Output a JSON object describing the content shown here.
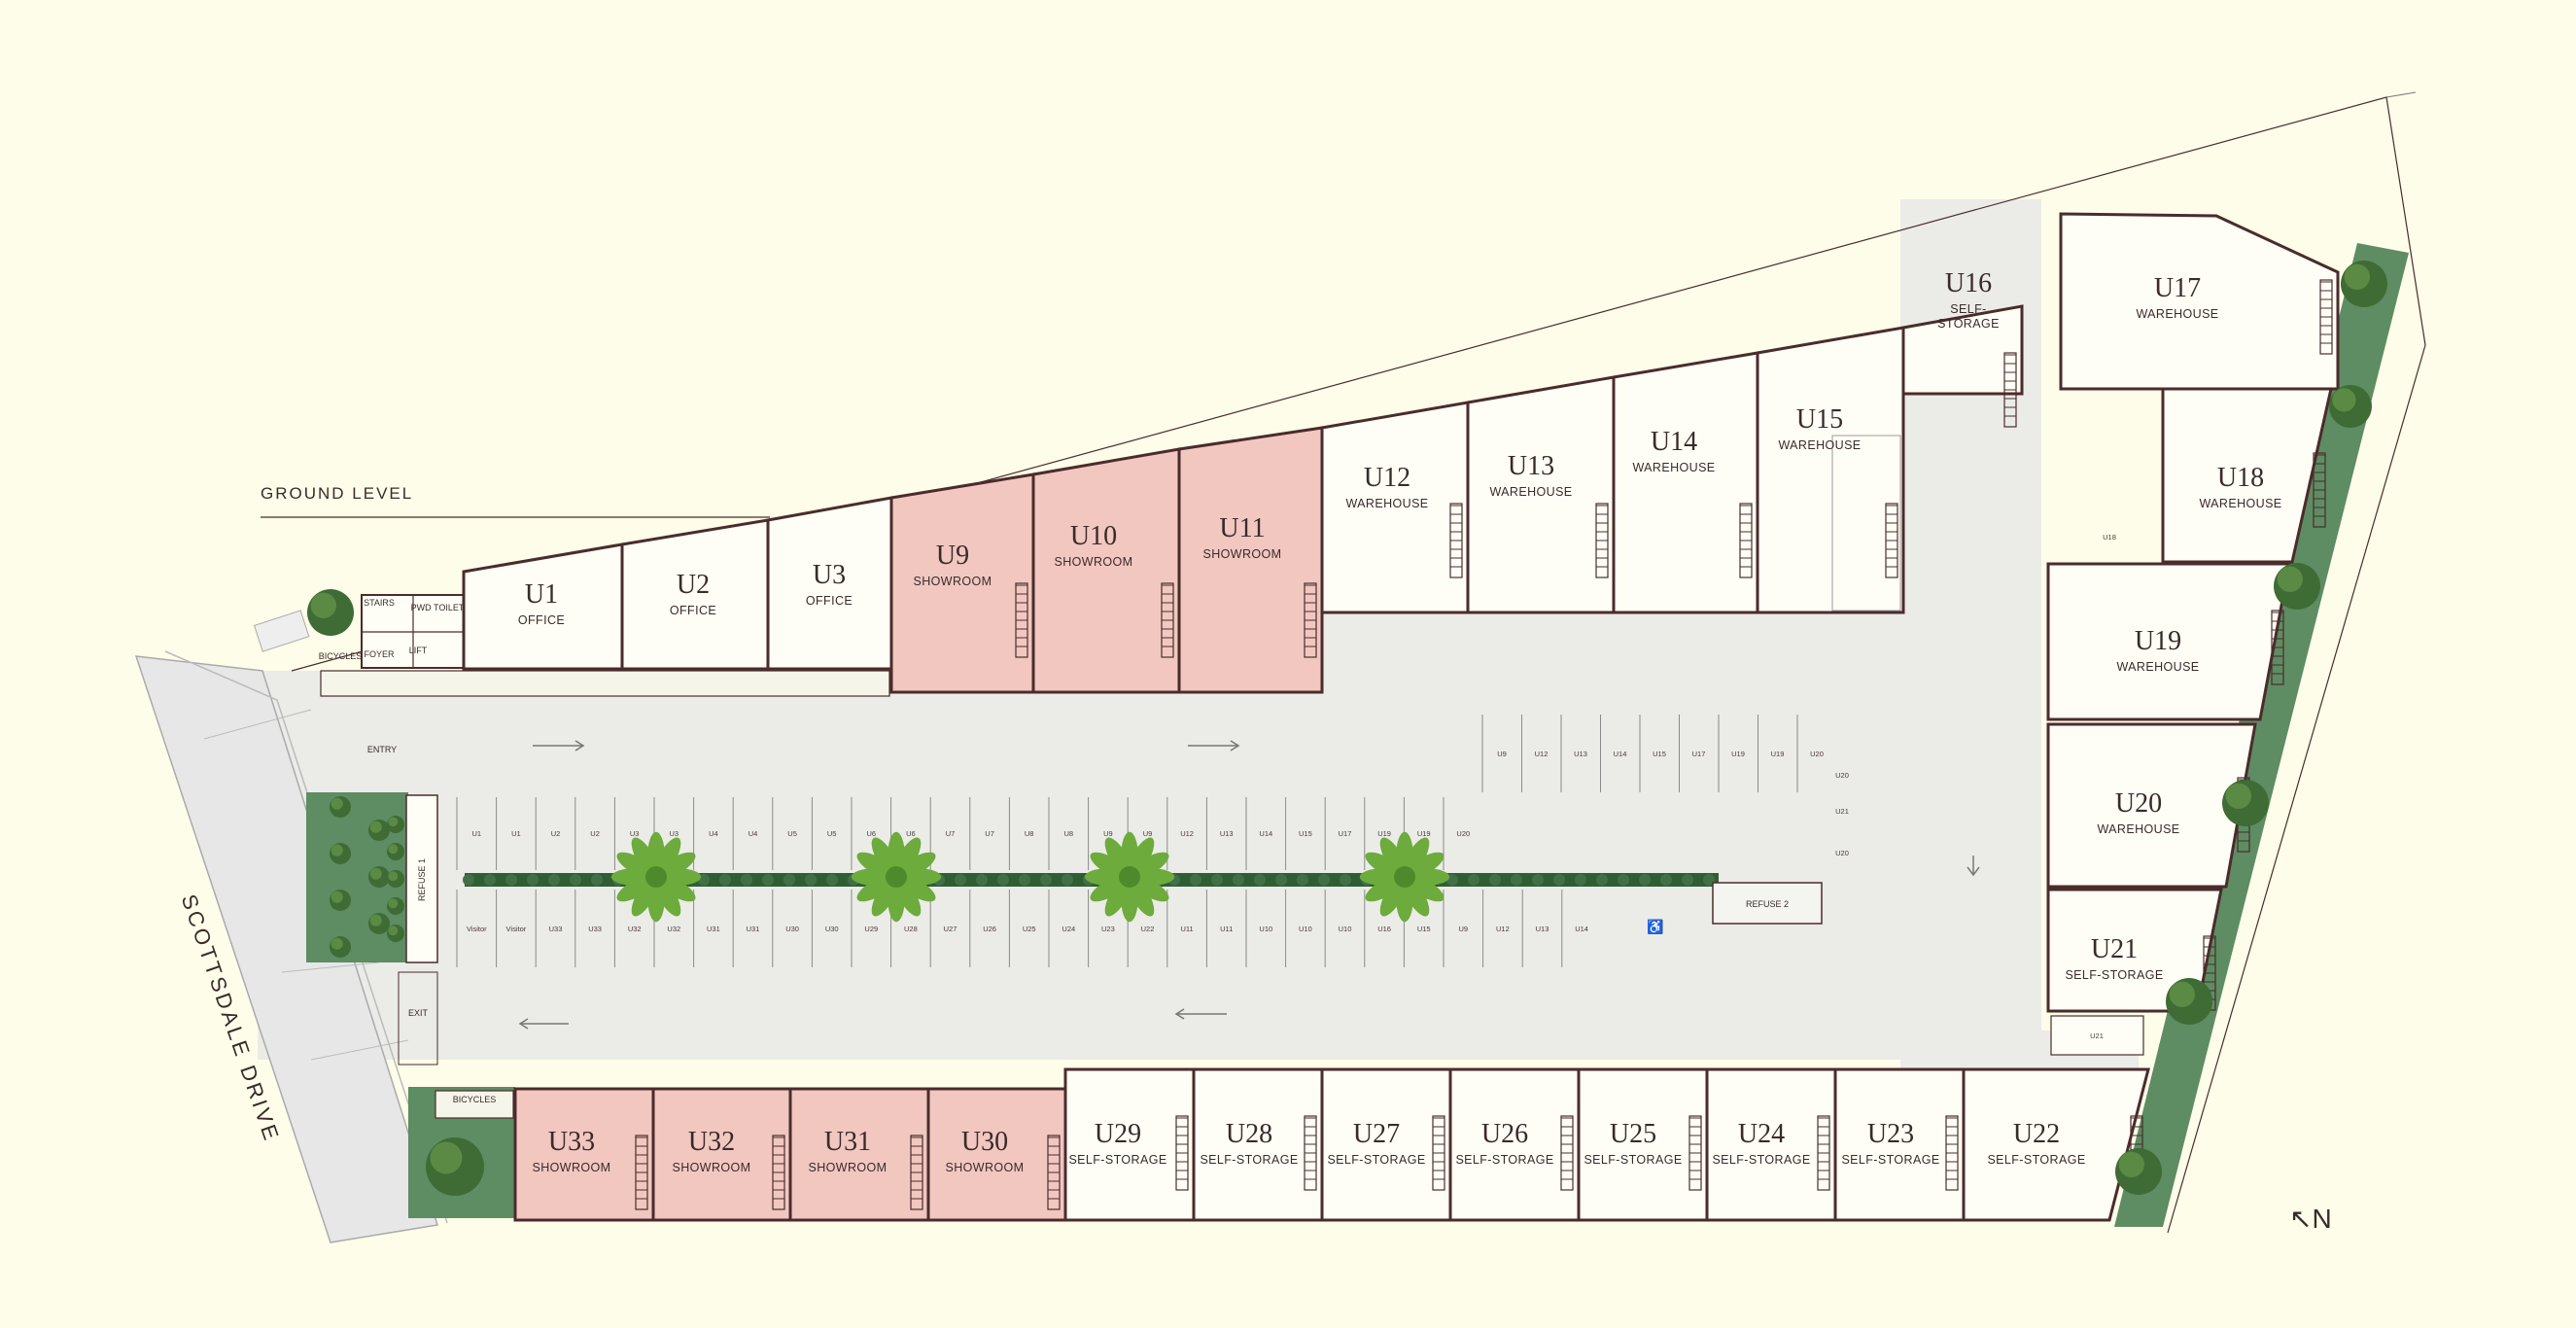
{
  "title": "GROUND LEVEL",
  "street": "SCOTTSDALE DRIVE",
  "north": "↖N",
  "colors": {
    "background": "#fefde9",
    "showroom": "#f1c7c0",
    "unit": "#fffef6",
    "road": "#ebebe7",
    "wall": "#4a2c2c",
    "green": "#5e8c63"
  },
  "units": [
    {
      "name": "U1",
      "type": "OFFICE"
    },
    {
      "name": "U2",
      "type": "OFFICE"
    },
    {
      "name": "U3",
      "type": "OFFICE"
    },
    {
      "name": "U9",
      "type": "SHOWROOM"
    },
    {
      "name": "U10",
      "type": "SHOWROOM"
    },
    {
      "name": "U11",
      "type": "SHOWROOM"
    },
    {
      "name": "U12",
      "type": "WAREHOUSE"
    },
    {
      "name": "U13",
      "type": "WAREHOUSE"
    },
    {
      "name": "U14",
      "type": "WAREHOUSE"
    },
    {
      "name": "U15",
      "type": "WAREHOUSE"
    },
    {
      "name": "U16",
      "type": "SELF-\nSTORAGE"
    },
    {
      "name": "U17",
      "type": "WAREHOUSE"
    },
    {
      "name": "U18",
      "type": "WAREHOUSE"
    },
    {
      "name": "U19",
      "type": "WAREHOUSE"
    },
    {
      "name": "U20",
      "type": "WAREHOUSE"
    },
    {
      "name": "U21",
      "type": "SELF-STORAGE"
    },
    {
      "name": "U22",
      "type": "SELF-STORAGE"
    },
    {
      "name": "U23",
      "type": "SELF-STORAGE"
    },
    {
      "name": "U24",
      "type": "SELF-STORAGE"
    },
    {
      "name": "U25",
      "type": "SELF-STORAGE"
    },
    {
      "name": "U26",
      "type": "SELF-STORAGE"
    },
    {
      "name": "U27",
      "type": "SELF-STORAGE"
    },
    {
      "name": "U28",
      "type": "SELF-STORAGE"
    },
    {
      "name": "U29",
      "type": "SELF-STORAGE"
    },
    {
      "name": "U30",
      "type": "SHOWROOM"
    },
    {
      "name": "U31",
      "type": "SHOWROOM"
    },
    {
      "name": "U32",
      "type": "SHOWROOM"
    },
    {
      "name": "U33",
      "type": "SHOWROOM"
    }
  ],
  "labels": {
    "entry": "ENTRY",
    "exit": "EXIT",
    "refuse1": "REFUSE 1",
    "refuse2": "REFUSE 2",
    "stairs": "STAIRS",
    "pwd_toilet": "PWD TOILET",
    "lift": "LIFT",
    "bicycles": "BICYCLES",
    "foyer": "FOYER",
    "bicycles2": "BICYCLES"
  },
  "parking": {
    "row_top": [
      "U1",
      "U1",
      "U2",
      "U2",
      "U3",
      "U3",
      "U4",
      "U4",
      "U5",
      "U5",
      "U6",
      "U6",
      "U7",
      "U7",
      "U8",
      "U8",
      "U9",
      "U9",
      "U12",
      "U13",
      "U14",
      "U15",
      "U17",
      "U19",
      "U19",
      "U20"
    ],
    "row_bottom": [
      "Visitor",
      "Visitor",
      "U33",
      "U33",
      "U32",
      "U32",
      "U31",
      "U31",
      "U30",
      "U30",
      "U29",
      "U28",
      "U27",
      "U26",
      "U25",
      "U24",
      "U23",
      "U22",
      "U11",
      "U11",
      "U10",
      "U10",
      "U10",
      "U16",
      "U15",
      "U9",
      "U12",
      "U13",
      "U14"
    ],
    "upper_row": [
      "U9",
      "U12",
      "U13",
      "U14",
      "U15",
      "U17",
      "U19",
      "U19",
      "U20"
    ],
    "extra": [
      "U20",
      "U21",
      "U20"
    ],
    "accessible": "♿",
    "u18_bay": "U18",
    "u21_bay": "U21"
  }
}
